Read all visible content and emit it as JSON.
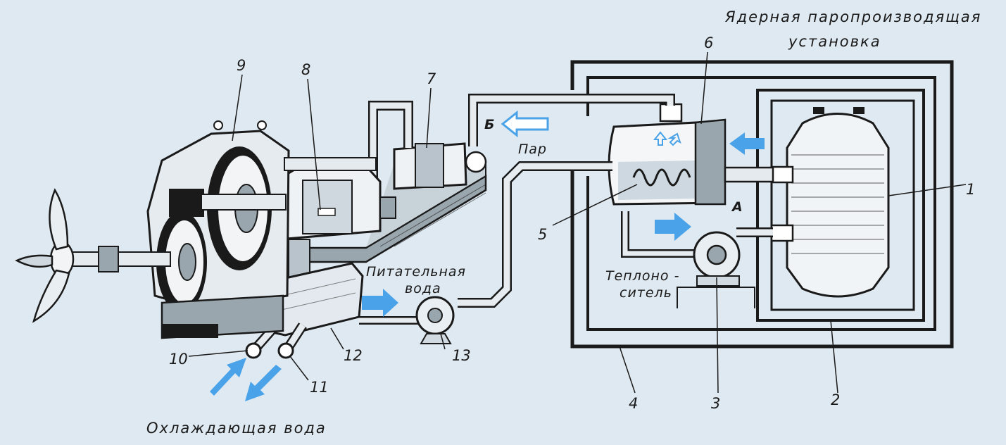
{
  "colors": {
    "background": "#dfe9f1",
    "ink": "#1a1a1a",
    "flow_arrow": "#4aa3e8"
  },
  "labels": {
    "title_line1": "Ядерная паропроизводящая",
    "title_line2": "установка",
    "steam": "Пар",
    "feed_water_line1": "Питательная",
    "feed_water_line2": "вода",
    "coolant_line1": "Теплоно -",
    "coolant_line2": "ситель",
    "cooling_water": "Охлаждающая вода",
    "point_a": "А",
    "point_b": "Б"
  },
  "callouts": [
    "1",
    "2",
    "3",
    "4",
    "5",
    "6",
    "7",
    "8",
    "9",
    "10",
    "11",
    "12",
    "13"
  ],
  "icons": [
    "propeller-icon",
    "reduction-gear-icon",
    "turbine-icon",
    "condenser-icon",
    "pump-icon",
    "reactor-icon",
    "steam-generator-icon",
    "flow-arrow-icon"
  ]
}
